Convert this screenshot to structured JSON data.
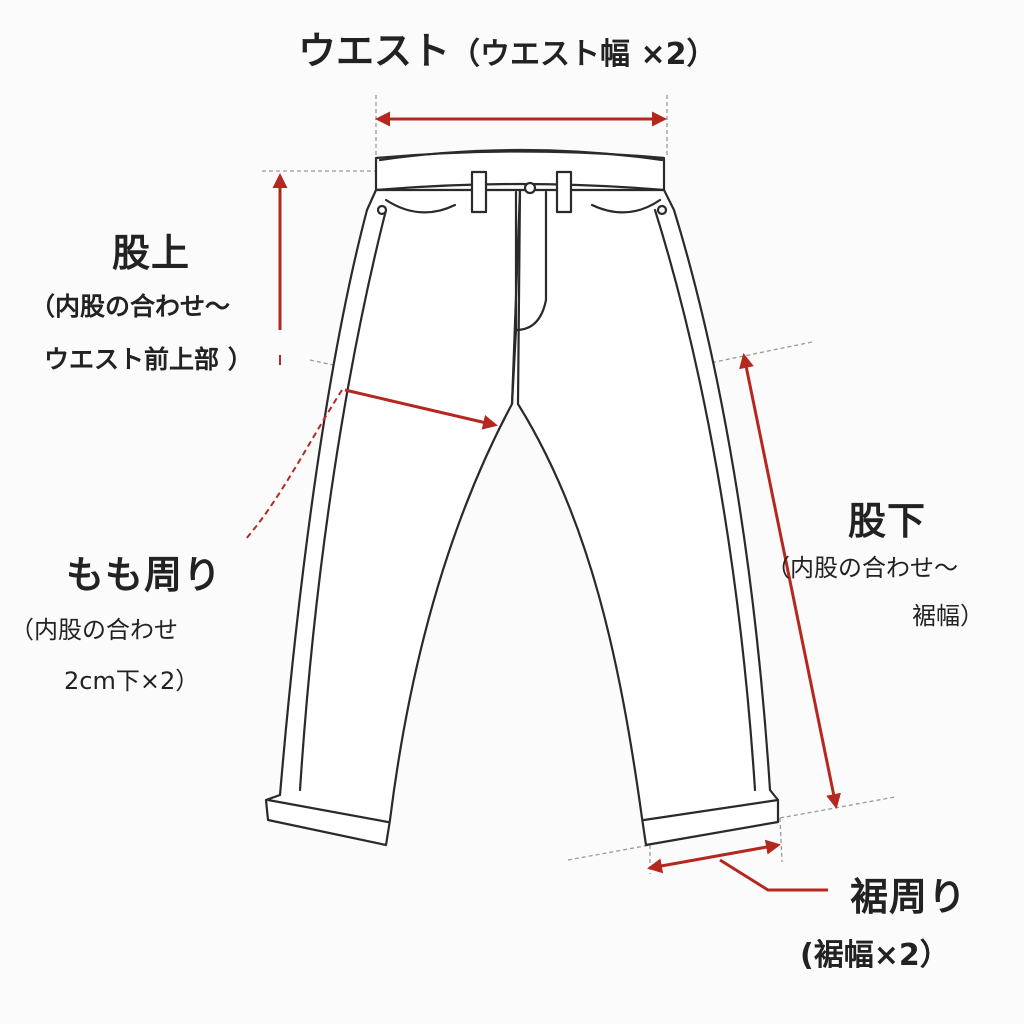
{
  "colors": {
    "line": "#2a2a2a",
    "arrow": "#b5281f",
    "dashed_guide": "#999999",
    "background": "#fbfbfb"
  },
  "labels": {
    "waist": {
      "title": "ウエスト",
      "note": "（ウエスト幅 ×2）"
    },
    "rise": {
      "title": "股上",
      "note_line1": "（内股の合わせ〜",
      "note_line2": "ウエスト前上部 ）"
    },
    "inseam": {
      "title": "股下",
      "note_line1": "（内股の合わせ〜",
      "note_line2": "裾幅）"
    },
    "thigh": {
      "title": "もも周り",
      "note_line1": "（内股の合わせ",
      "note_line2": "2cm下×2）"
    },
    "hem": {
      "title": "裾周り",
      "note": "(裾幅×2）"
    }
  }
}
